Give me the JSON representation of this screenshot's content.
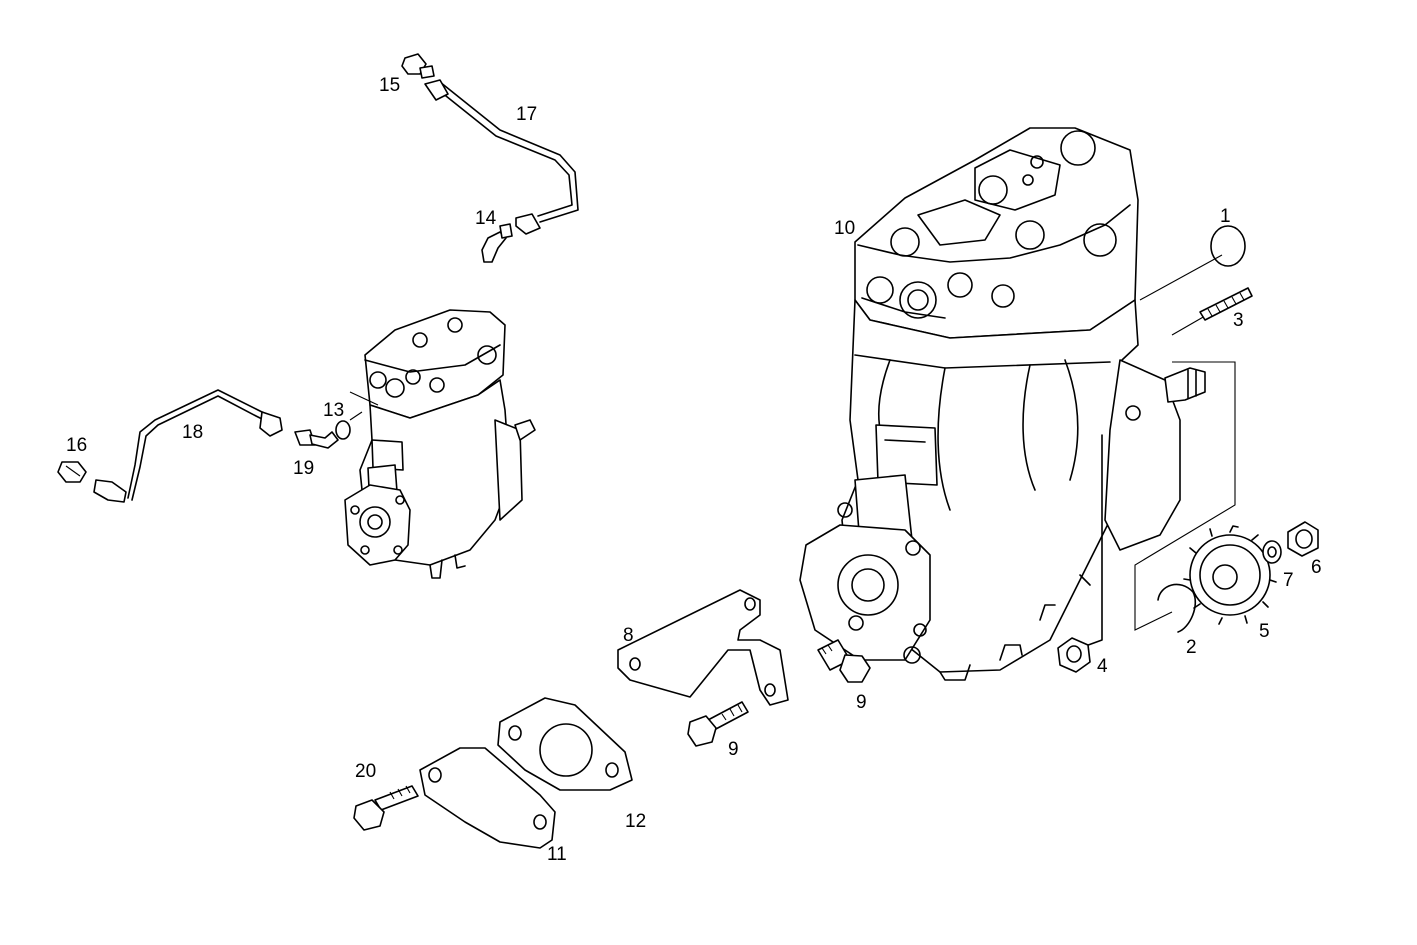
{
  "diagram": {
    "type": "exploded parts diagram",
    "subject": "compressor assembly",
    "colors": {
      "line": "#000000",
      "background": "#ffffff"
    },
    "callouts": [
      "1",
      "2",
      "3",
      "4",
      "5",
      "6",
      "7",
      "8",
      "9",
      "9",
      "10",
      "11",
      "12",
      "13",
      "14",
      "15",
      "16",
      "17",
      "18",
      "19",
      "20"
    ]
  }
}
